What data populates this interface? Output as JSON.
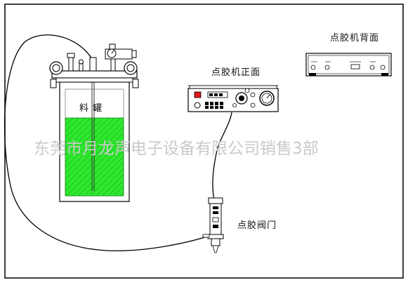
{
  "labels": {
    "tank": "料  罐",
    "machine_front": "点胶机正面",
    "machine_back": "点胶机背面",
    "valve": "点胶阀门"
  },
  "watermark": "东莞市月龙声电子设备有限公司销售3部",
  "colors": {
    "frame": "#000000",
    "glue": "#2ee82e",
    "glue_hatch": "#1a9a1a",
    "panel_button_red": "#e01818",
    "hose": "#000000",
    "watermark": "#c9c9c9"
  },
  "icons": {
    "pressure_gauge": "gauge-icon",
    "power_switch": "power-switch-icon",
    "air_regulator": "regulator-icon"
  }
}
